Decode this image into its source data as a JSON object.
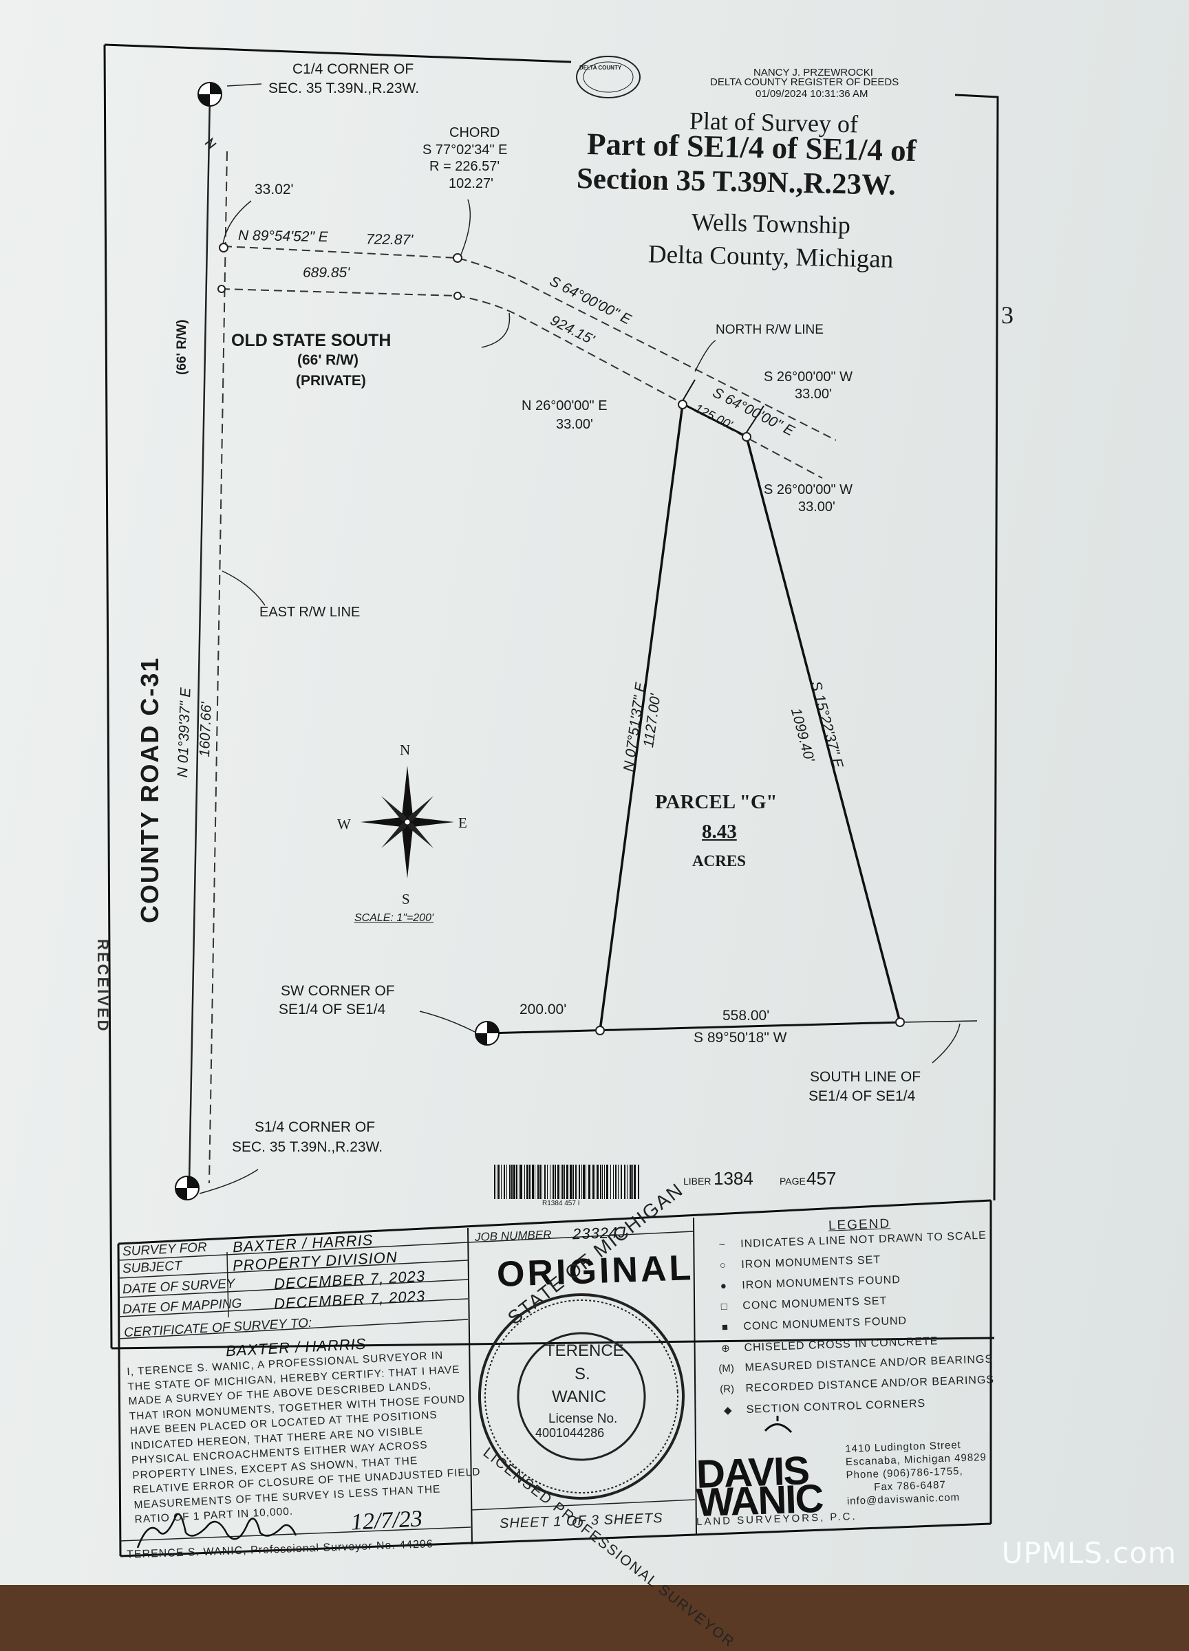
{
  "recording": {
    "seal_text": "DELTA COUNTY",
    "register_name": "NANCY J. PRZEWROCKI",
    "register_title": "DELTA COUNTY REGISTER OF DEEDS",
    "register_datetime": "01/09/2024 10:31:36 AM",
    "margin_page_number": "3"
  },
  "title": {
    "line1": "Plat of Survey of",
    "line2": "Part of  SE1/4 of SE1/4 of",
    "line3": "Section 35 T.39N.,R.23W.",
    "line4": "Wells Township",
    "line5": "Delta County, Michigan"
  },
  "plat_labels": {
    "c14_corner_line1": "C1/4 CORNER OF",
    "c14_corner_line2": "SEC. 35 T.39N.,R.23W.",
    "dim_33_02": "33.02'",
    "chord_heading": "CHORD",
    "chord_bearing": "S 77°02'34\" E",
    "chord_radius": "R = 226.57'",
    "chord_length": "102.27'",
    "north_bearing_top": "N 89°54'52\" E",
    "north_dist_top": "722.87'",
    "dist_689": "689.85'",
    "bearing_s64_a": "S 64°00'00\" E",
    "dist_924": "924.15'",
    "north_rw_line": "NORTH R/W LINE",
    "old_state_south": "OLD STATE SOUTH",
    "old_state_rw": "(66' R/W)",
    "old_state_private": "(PRIVATE)",
    "rw_66": "(66' R/W)",
    "s26_a_bearing": "S 26°00'00\" W",
    "s26_a_dist": "33.00'",
    "n26_bearing": "N 26°00'00\" E",
    "n26_dist": "33.00'",
    "dist_125": "125.00'",
    "bearing_s64_b": "S 64°00'00\" E",
    "s26_b_bearing": "S 26°00'00\" W",
    "s26_b_dist": "33.00'",
    "east_rw_line": "EAST R/W LINE",
    "county_road": "COUNTY   ROAD   C-31",
    "west_bearing": "N 01°39'37\" E",
    "west_dist": "1607.66'",
    "west_line_bearing": "N 07°51'37\" E",
    "west_line_dist": "1127.00'",
    "east_line_bearing": "S 15°22'37\" E",
    "east_line_dist": "1099.40'",
    "parcel_name": "PARCEL \"G\"",
    "parcel_area": "8.43",
    "parcel_units": "ACRES",
    "compass_n": "N",
    "compass_s": "S",
    "compass_e": "E",
    "compass_w": "W",
    "scale": "SCALE: 1\"=200'",
    "sw_corner_line1": "SW CORNER OF",
    "sw_corner_line2": "SE1/4 OF SE1/4",
    "dist_200": "200.00'",
    "dist_558": "558.00'",
    "south_bearing": "S 89°50'18\" W",
    "south_line_line1": "SOUTH LINE OF",
    "south_line_line2": "SE1/4 OF SE1/4",
    "s14_corner_line1": "S1/4 CORNER OF",
    "s14_corner_line2": "SEC. 35 T.39N.,R.23W."
  },
  "recording_stamp": {
    "barcode_text": "R1384 457 I",
    "liber_label": "LIBER",
    "liber_value": "1384",
    "page_label": "PAGE",
    "page_value": "457"
  },
  "title_block": {
    "survey_for_label": "SURVEY FOR",
    "survey_for_value": "BAXTER / HARRIS",
    "subject_label": "SUBJECT",
    "subject_value": "PROPERTY DIVISION",
    "date_survey_label": "DATE OF SURVEY",
    "date_survey_value": "DECEMBER 7, 2023",
    "date_mapping_label": "DATE OF MAPPING",
    "date_mapping_value": "DECEMBER 7, 2023",
    "certificate_label": "CERTIFICATE OF SURVEY TO:",
    "certificate_value": "BAXTER / HARRIS",
    "certificate_text_lines": [
      "I, TERENCE S. WANIC, A PROFESSIONAL SURVEYOR IN",
      "THE STATE OF MICHIGAN, HEREBY CERTIFY: THAT I HAVE",
      "MADE A SURVEY OF THE ABOVE DESCRIBED LANDS,",
      "THAT IRON MONUMENTS, TOGETHER WITH THOSE FOUND",
      "HAVE BEEN PLACED OR LOCATED AT THE POSITIONS",
      "INDICATED HEREON, THAT THERE ARE NO VISIBLE",
      "PHYSICAL ENCROACHMENTS EITHER WAY ACROSS",
      "PROPERTY LINES, EXCEPT AS SHOWN, THAT THE",
      "RELATIVE ERROR OF CLOSURE OF THE UNADJUSTED FIELD",
      "MEASUREMENTS OF THE SURVEY IS LESS THAN THE",
      "RATIO OF 1 PART IN 10,000."
    ],
    "signature_date": "12/7/23",
    "surveyor_footer": "TERENCE S. WANIC, Professional Surveyor No. 44296",
    "job_number_label": "JOB NUMBER",
    "job_number_value": "23324J",
    "original_stamp": "ORIGINAL",
    "seal_outer_top": "STATE OF MICHIGAN",
    "seal_outer_bottom": "LICENSED PROFESSIONAL SURVEYOR",
    "seal_name_1": "TERENCE",
    "seal_name_2": "S.",
    "seal_name_3": "WANIC",
    "seal_license_label": "License No.",
    "seal_license_no": "4001044286",
    "sheet": "SHEET 1 OF 3 SHEETS",
    "legend_title": "LEGEND",
    "legend_items": [
      "INDICATES A LINE NOT DRAWN TO SCALE",
      "IRON MONUMENTS SET",
      "IRON MONUMENTS FOUND",
      "CONC MONUMENTS SET",
      "CONC MONUMENTS FOUND",
      "CHISELED CROSS IN CONCRETE",
      "MEASURED DISTANCE AND/OR BEARINGS",
      "RECORDED DISTANCE AND/OR BEARINGS",
      "SECTION CONTROL CORNERS"
    ],
    "legend_symbols": [
      "~",
      "○",
      "●",
      "□",
      "■",
      "⊕",
      "(M)",
      "(R)",
      "◆"
    ],
    "company_name_1": "DAVIS",
    "company_name_2": "WANIC",
    "company_sub": "LAND SURVEYORS, P.C.",
    "address_lines": [
      "1410 Ludington Street",
      "Escanaba, Michigan  49829",
      "Phone (906)786-1755,",
      "Fax  786-6487",
      "info@daviswanic.com"
    ]
  },
  "side_text": "RECEIVED",
  "watermark": "UPMLS.com"
}
